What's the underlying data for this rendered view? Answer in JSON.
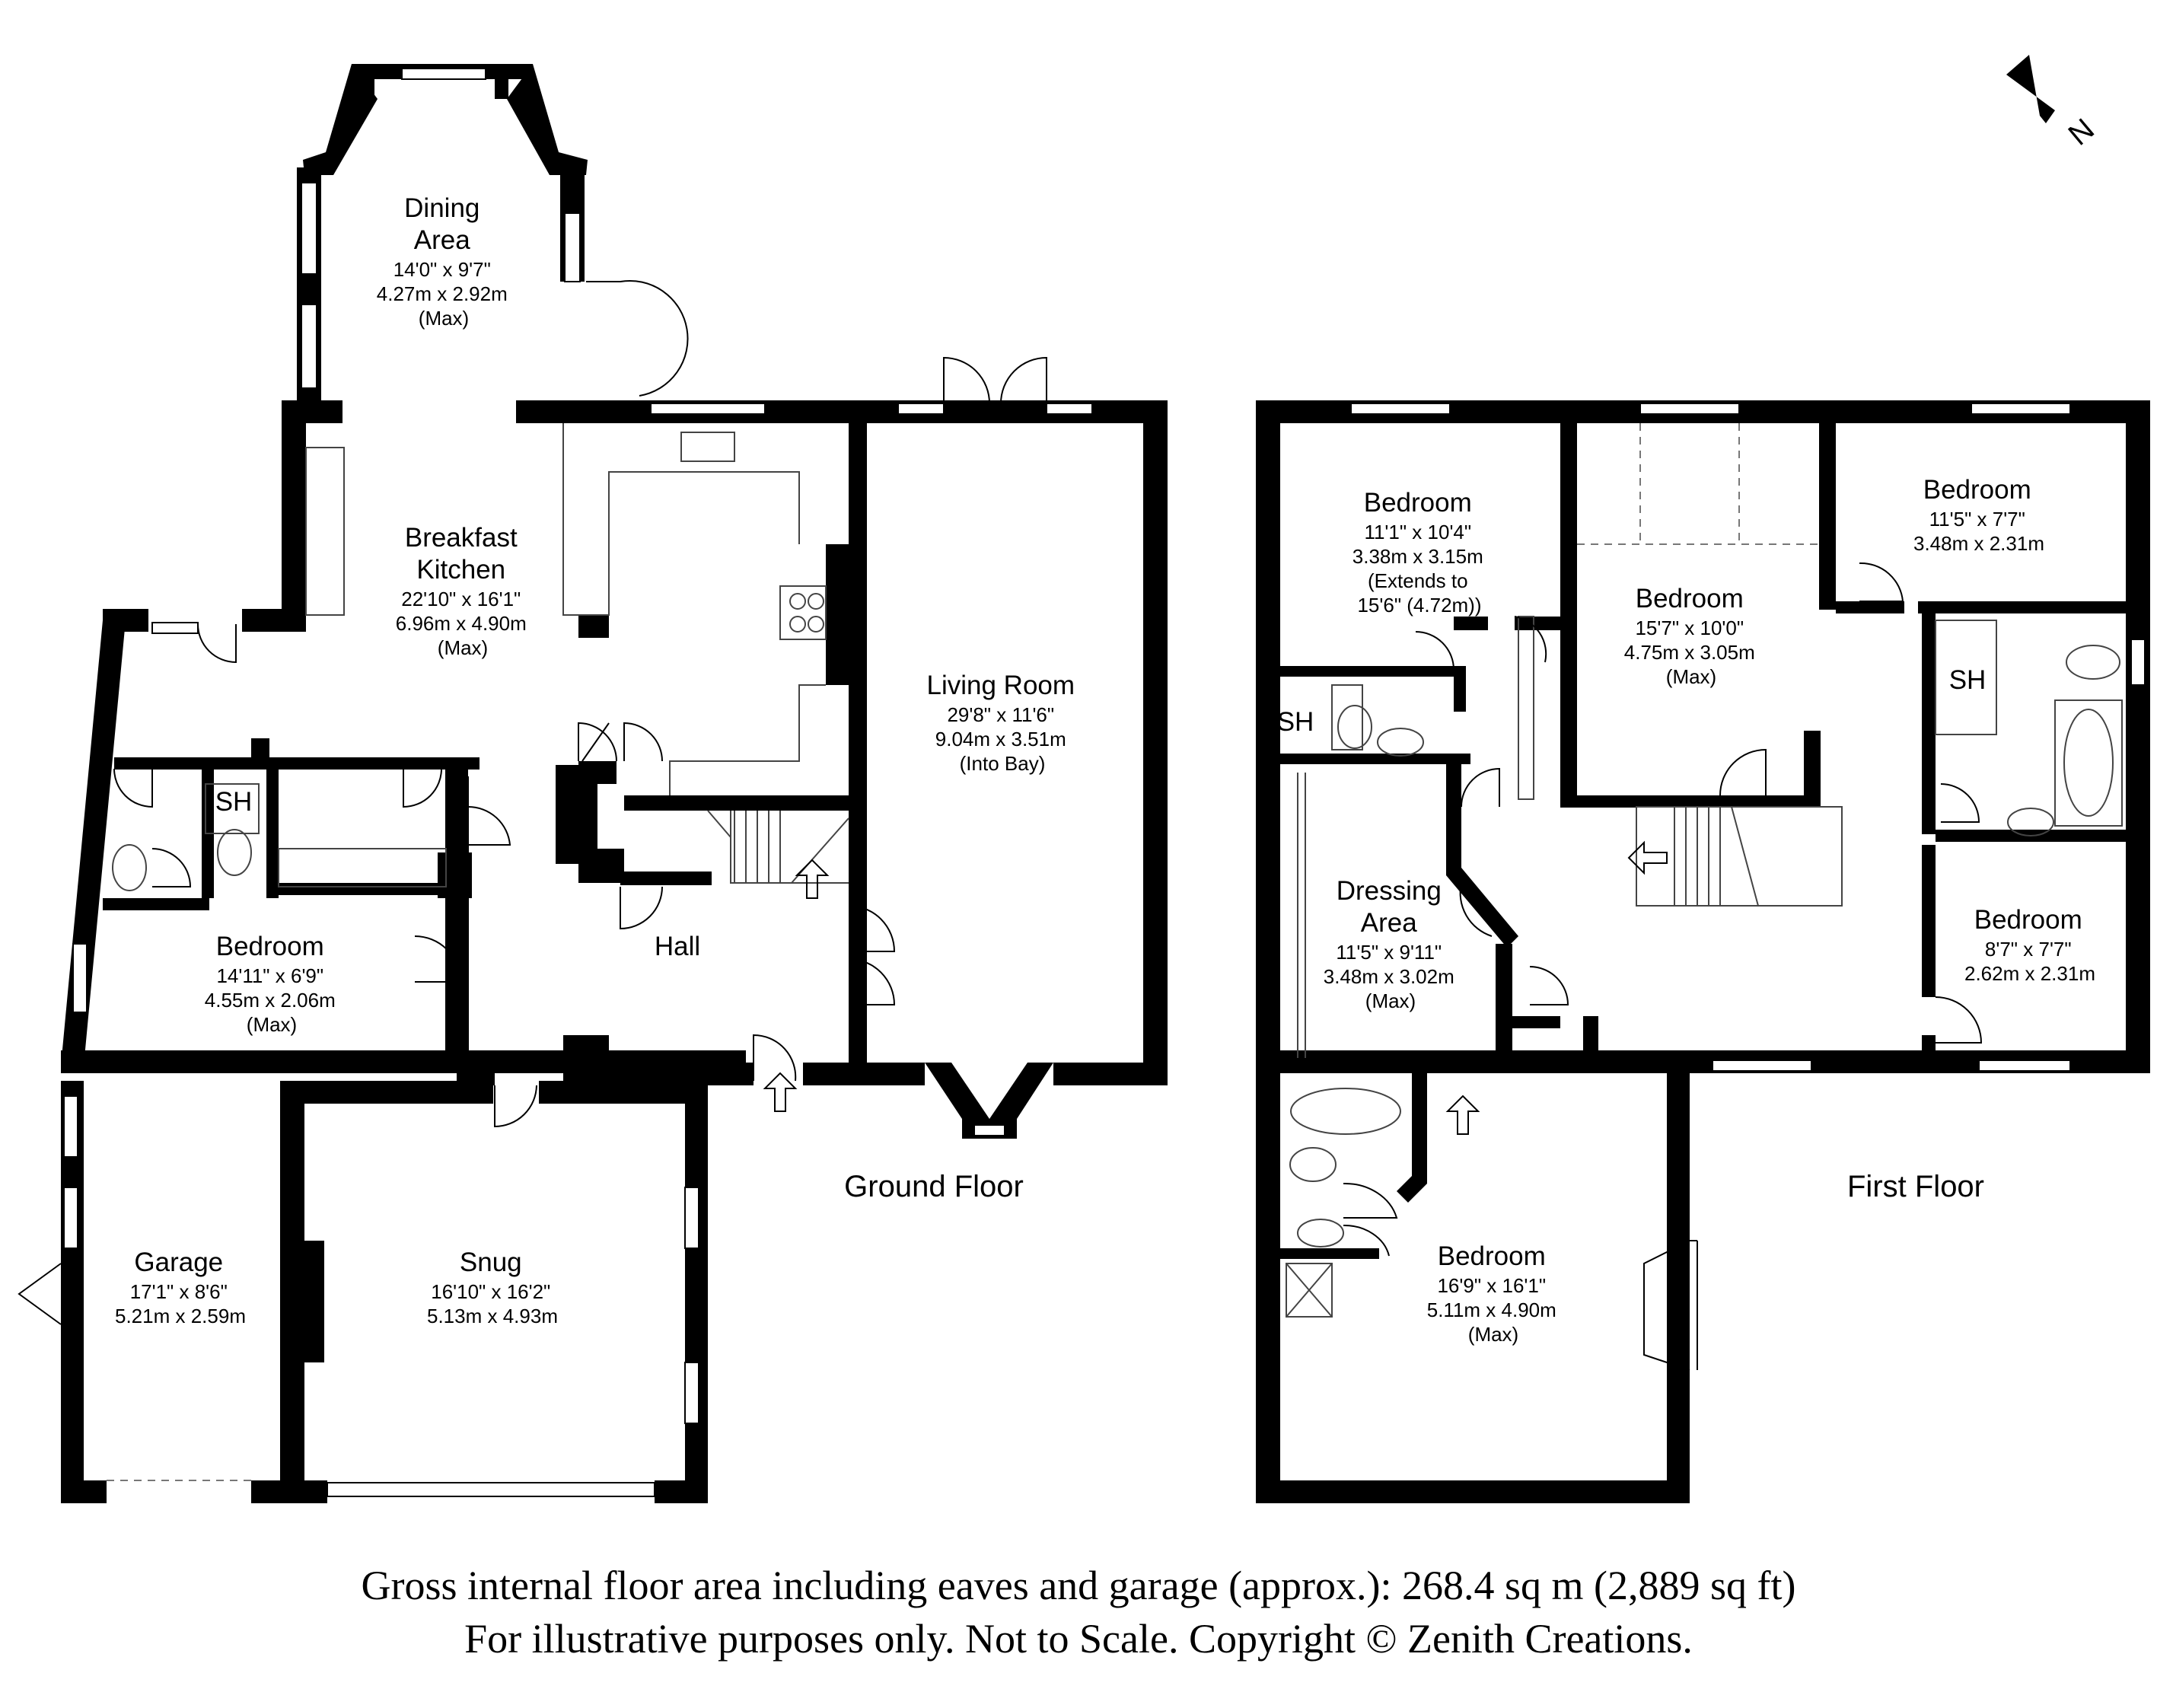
{
  "floors": [
    {
      "label": "Ground Floor"
    },
    {
      "label": "First Floor"
    }
  ],
  "rooms": [
    {
      "name": [
        "Dining",
        "Area"
      ],
      "dims": [
        "14'0\" x 9'7\"",
        "4.27m x 2.92m",
        "(Max)"
      ]
    },
    {
      "name": [
        "Breakfast",
        "Kitchen"
      ],
      "dims": [
        "22'10\" x 16'1\"",
        "6.96m x 4.90m",
        "(Max)"
      ]
    },
    {
      "name": [
        "Living Room"
      ],
      "dims": [
        "29'8\" x 11'6\"",
        "9.04m x 3.51m",
        "(Into Bay)"
      ]
    },
    {
      "name": [
        "SH"
      ],
      "dims": []
    },
    {
      "name": [
        "Bedroom"
      ],
      "dims": [
        "14'11\" x 6'9\"",
        "4.55m x 2.06m",
        "(Max)"
      ]
    },
    {
      "name": [
        "Hall"
      ],
      "dims": []
    },
    {
      "name": [
        "Garage"
      ],
      "dims": [
        "17'1\" x 8'6\"",
        "5.21m x 2.59m"
      ]
    },
    {
      "name": [
        "Snug"
      ],
      "dims": [
        "16'10\" x 16'2\"",
        "5.13m x 4.93m"
      ]
    },
    {
      "name": [
        "Bedroom"
      ],
      "dims": [
        "11'1\" x 10'4\"",
        "3.38m x 3.15m",
        "(Extends to",
        "15'6\" (4.72m))"
      ]
    },
    {
      "name": [
        "Bedroom"
      ],
      "dims": [
        "15'7\" x 10'0\"",
        "4.75m x 3.05m",
        "(Max)"
      ]
    },
    {
      "name": [
        "Bedroom"
      ],
      "dims": [
        "11'5\" x 7'7\"",
        "3.48m x 2.31m"
      ]
    },
    {
      "name": [
        "SH"
      ],
      "dims": []
    },
    {
      "name": [
        "SH"
      ],
      "dims": []
    },
    {
      "name": [
        "Dressing",
        "Area"
      ],
      "dims": [
        "11'5\" x 9'11\"",
        "3.48m x 3.02m",
        "(Max)"
      ]
    },
    {
      "name": [
        "Bedroom"
      ],
      "dims": [
        "8'7\" x 7'7\"",
        "2.62m x 2.31m"
      ]
    },
    {
      "name": [
        "Bedroom"
      ],
      "dims": [
        "16'9\" x 16'1\"",
        "5.11m x 4.90m",
        "(Max)"
      ]
    }
  ],
  "compass": {
    "letter": "N",
    "icon": "north-arrow-icon"
  },
  "footer": {
    "line1": "Gross internal floor area including eaves and garage (approx.): 268.4 sq m (2,889 sq ft)",
    "line2": "For illustrative purposes only. Not to Scale. Copyright © Zenith Creations."
  }
}
